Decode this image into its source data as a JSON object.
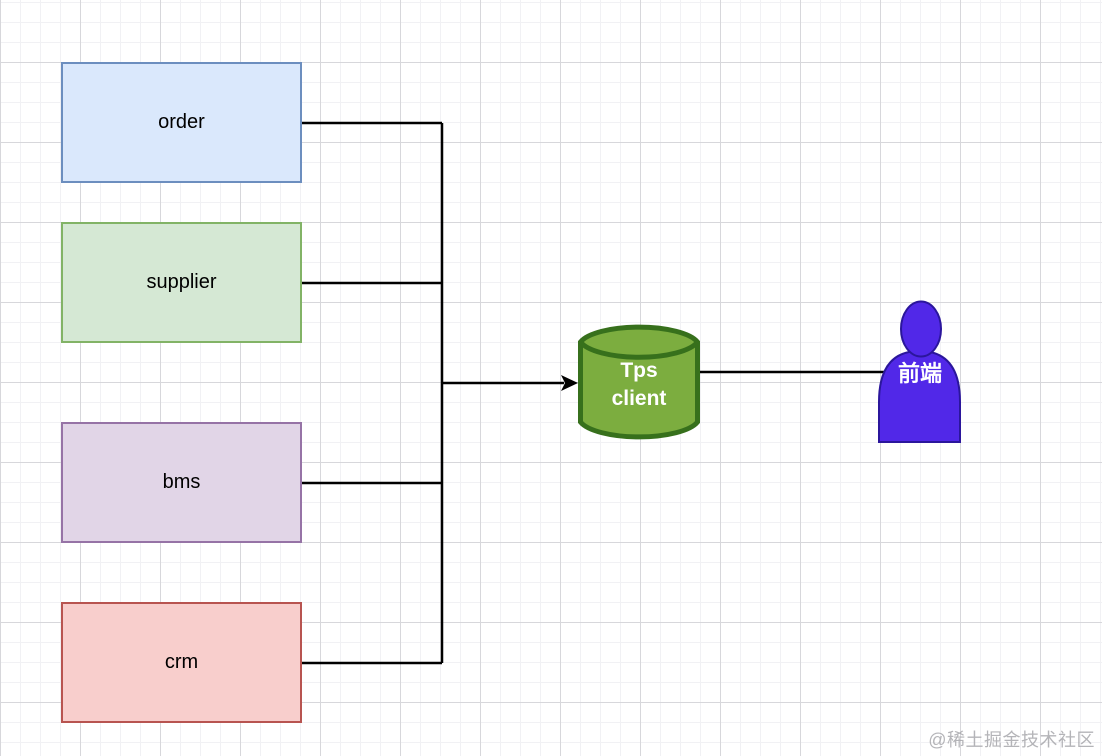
{
  "canvas": {
    "background": "#FFFFFF",
    "grid_minor_color": "#F1F1F4",
    "grid_major_color": "#D7D7DB"
  },
  "diagram": {
    "nodes": [
      {
        "id": "order",
        "label": "order",
        "fill": "#DAE8FC",
        "stroke": "#6C8EBF"
      },
      {
        "id": "supplier",
        "label": "supplier",
        "fill": "#D5E8D4",
        "stroke": "#82B366"
      },
      {
        "id": "bms",
        "label": "bms",
        "fill": "#E1D5E7",
        "stroke": "#9673A6"
      },
      {
        "id": "crm",
        "label": "crm",
        "fill": "#F8CECC",
        "stroke": "#B85450"
      }
    ],
    "database": {
      "id": "tps-client",
      "label": "Tps\nclient",
      "fill": "#7CAD3F",
      "stroke": "#37701C",
      "text_color": "#FFFFFF"
    },
    "actor": {
      "id": "frontend",
      "label": "前端",
      "fill": "#5128E8",
      "stroke": "#2B169C",
      "text_color": "#FFFFFF"
    },
    "connections": [
      {
        "from": "order",
        "to": "tps-client"
      },
      {
        "from": "supplier",
        "to": "tps-client"
      },
      {
        "from": "bms",
        "to": "tps-client"
      },
      {
        "from": "crm",
        "to": "tps-client"
      },
      {
        "from": "frontend",
        "to": "tps-client"
      }
    ],
    "connector_color": "#000000"
  },
  "watermark": {
    "text": "@稀土掘金技术社区",
    "color": "#A8A8AC"
  }
}
